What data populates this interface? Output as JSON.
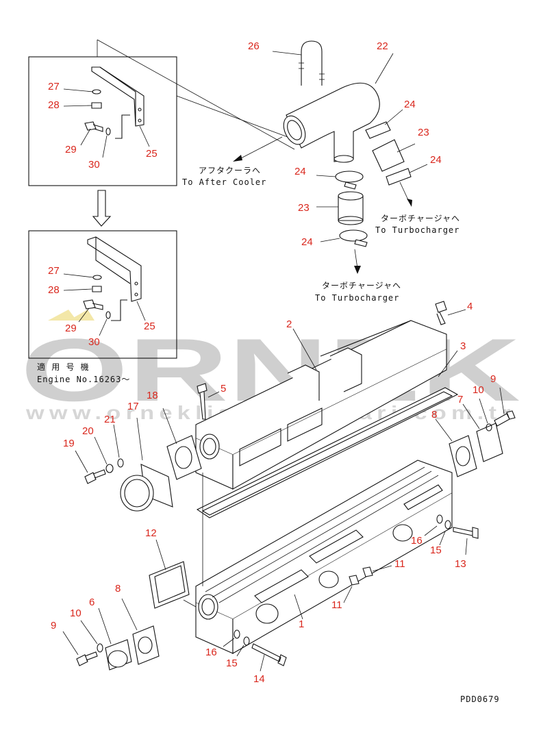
{
  "watermark": {
    "brand": "ORNEK",
    "url": "www.orneklismakinalari.com.tr"
  },
  "callouts": {
    "n26": "26",
    "n22": "22",
    "n24a": "24",
    "n23a": "23",
    "n24b": "24",
    "n24c": "24",
    "n23b": "23",
    "n24d": "24",
    "n27a": "27",
    "n28a": "28",
    "n29a": "29",
    "n30a": "30",
    "n25a": "25",
    "n27b": "27",
    "n28b": "28",
    "n29b": "29",
    "n30b": "30",
    "n25b": "25",
    "n4": "4",
    "n2": "2",
    "n3": "3",
    "n5": "5",
    "n9a": "9",
    "n10a": "10",
    "n7": "7",
    "n8a": "8",
    "n18": "18",
    "n17": "17",
    "n21": "21",
    "n20": "20",
    "n19": "19",
    "n16a": "16",
    "n15a": "15",
    "n13": "13",
    "n11a": "11",
    "n11b": "11",
    "n1": "1",
    "n12": "12",
    "n8b": "8",
    "n6": "6",
    "n10b": "10",
    "n9b": "9",
    "n16b": "16",
    "n15b": "15",
    "n14": "14"
  },
  "captions": {
    "after_cooler_jp": "アフタクーラへ",
    "after_cooler_en": "To After Cooler",
    "turbo1_jp": "ターボチャージャへ",
    "turbo1_en": "To Turbocharger",
    "turbo2_jp": "ターボチャージャへ",
    "turbo2_en": "To Turbocharger",
    "applicable_jp": "適 用 号 機",
    "applicable_en": "Engine No.16263～"
  },
  "drawing_code": "PDD0679",
  "colors": {
    "callout": "#d9261c",
    "line": "#111111",
    "watermark": "#cfcfcf"
  }
}
